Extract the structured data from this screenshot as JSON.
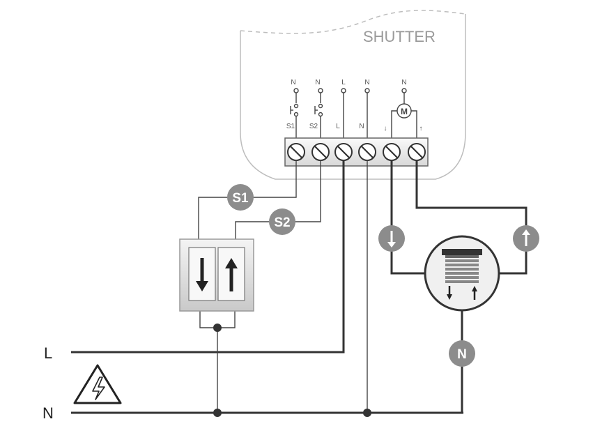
{
  "device": {
    "title": "SHUTTER"
  },
  "terminals": [
    {
      "top": "N",
      "bottom": "S1"
    },
    {
      "top": "N",
      "bottom": "S2"
    },
    {
      "top": "L",
      "bottom": "L"
    },
    {
      "top": "N",
      "bottom": "N"
    },
    {
      "top": "N",
      "bottom": "↓"
    },
    {
      "top": "",
      "bottom": "↑"
    }
  ],
  "motor_label": "M",
  "badges": {
    "s1": "S1",
    "s2": "S2",
    "n": "N"
  },
  "lines": {
    "l": "L",
    "n": "N"
  },
  "icons": [
    "down-arrow-icon",
    "up-arrow-icon",
    "shutter-motor-icon",
    "high-voltage-warning-icon"
  ],
  "colors": {
    "wire": "#333333",
    "badge": "#8c8c8c",
    "device_outline": "#bdbdbd"
  }
}
